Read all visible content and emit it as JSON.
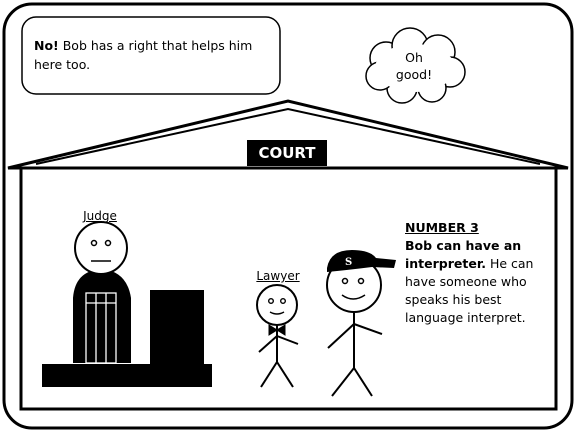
{
  "speech_bubble": {
    "bold": "No!",
    "text": " Bob has a right that helps him here too."
  },
  "thought_bubble": {
    "text": "Oh good!"
  },
  "building": {
    "sign": "COURT"
  },
  "characters": {
    "judge_label": "Judge",
    "lawyer_label": "Lawyer"
  },
  "info": {
    "heading": "NUMBER 3",
    "bold": "Bob can have an interpreter.",
    "text": " He can have someone who speaks his best language interpret."
  },
  "colors": {
    "ink": "#000000",
    "paper": "#ffffff"
  }
}
